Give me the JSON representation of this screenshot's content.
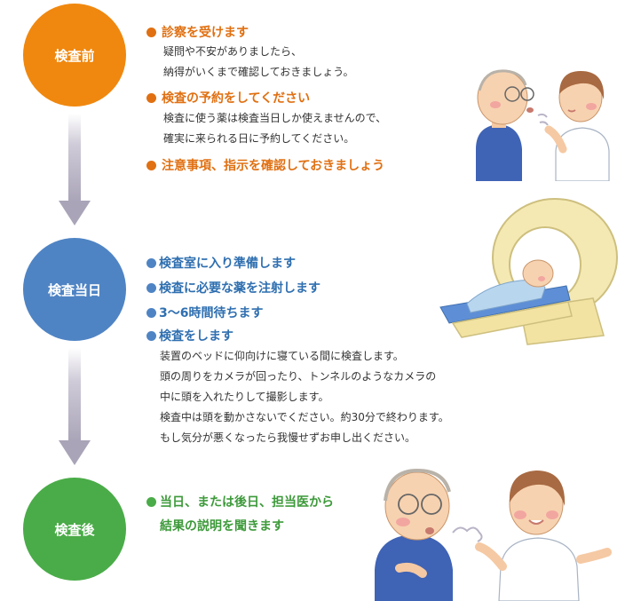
{
  "colors": {
    "before": "#f0880f",
    "day": "#4f84c4",
    "after": "#4aac48",
    "before_text": "#e07012",
    "day_text": "#2f6fb0",
    "after_text": "#3d9a3a",
    "arrow": "#b9b4c6"
  },
  "stages": [
    {
      "label": "検査前",
      "items": [
        {
          "heading": "診察を受けます",
          "lines": [
            "疑問や不安がありましたら、",
            "納得がいくまで確認しておきましょう。"
          ]
        },
        {
          "heading": "検査の予約をしてください",
          "lines": [
            "検査に使う薬は検査当日しか使えませんので、",
            "確実に来られる日に予約してください。"
          ]
        },
        {
          "heading": "注意事項、指示を確認しておきましょう",
          "lines": []
        }
      ]
    },
    {
      "label": "検査当日",
      "items": [
        {
          "heading": "検査室に入り準備します",
          "lines": []
        },
        {
          "heading": "検査に必要な薬を注射します",
          "lines": []
        },
        {
          "heading": "3～6時間待ちます",
          "lines": []
        },
        {
          "heading": "検査をします",
          "lines": [
            "装置のベッドに仰向けに寝ている間に検査します。",
            "頭の周りをカメラが回ったり、トンネルのようなカメラの",
            "中に頭を入れたりして撮影します。",
            "検査中は頭を動かさないでください。約30分で終わります。",
            "もし気分が悪くなったら我慢せずお申し出ください。"
          ]
        }
      ]
    },
    {
      "label": "検査後",
      "items": [
        {
          "heading": "当日、または後日、担当医から",
          "heading2": "結果の説明を聞きます",
          "lines": []
        }
      ]
    }
  ]
}
